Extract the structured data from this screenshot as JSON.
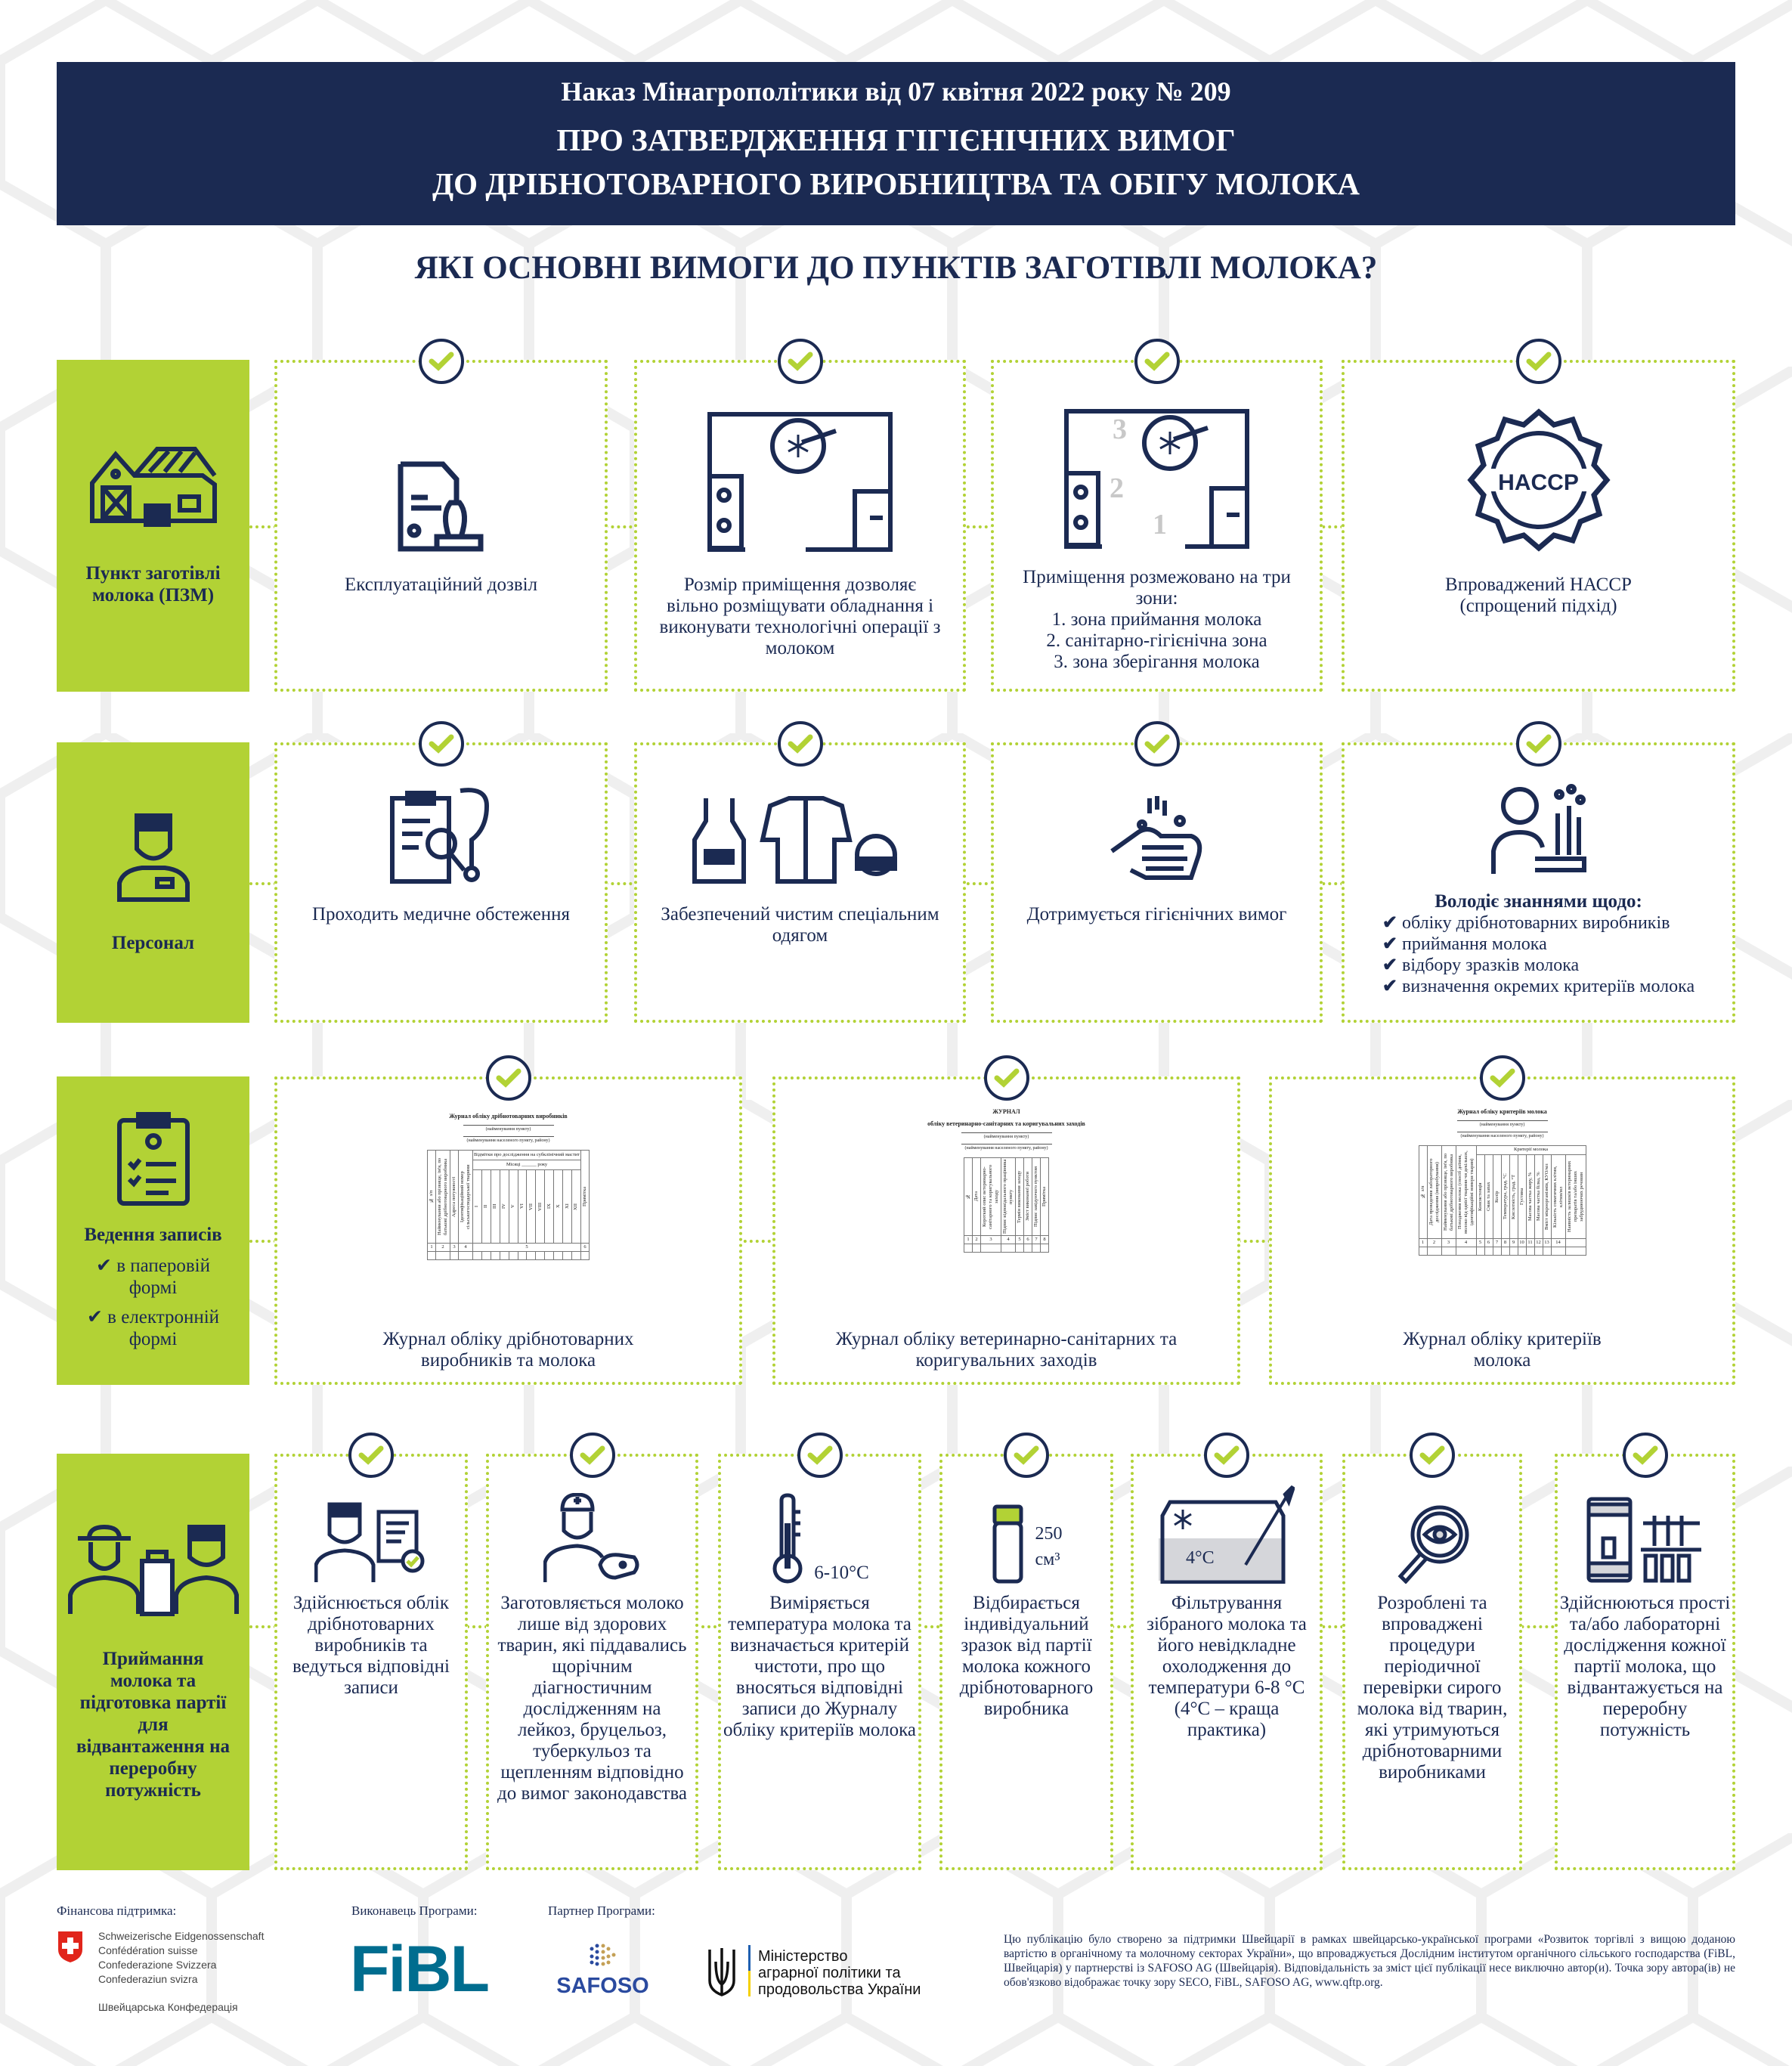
{
  "colors": {
    "navy": "#1b2a52",
    "green": "#b2d235"
  },
  "header": {
    "line1": "Наказ Мінагрополітики від 07 квітня 2022 року № 209",
    "line2": "ПРО ЗАТВЕРДЖЕННЯ ГІГІЄНІЧНИХ ВИМОГ",
    "line3": "ДО ДРІБНОТОВАРНОГО ВИРОБНИЦТВА ТА ОБІГУ МОЛОКА"
  },
  "question": "ЯКІ ОСНОВНІ ВИМОГИ ДО ПУНКТІВ ЗАГОТІВЛІ МОЛОКА?",
  "row1": {
    "side": "Пункт заготівлі молока (ПЗМ)",
    "cards": [
      {
        "text": "Експлуатаційний дозвіл"
      },
      {
        "text": "Розмір приміщення дозволяє вільно розміщувати обладнання і виконувати технологічні операції з молоком"
      },
      {
        "text": "Приміщення розмежовано на три зони:",
        "items": [
          "1. зона приймання молока",
          "2. санітарно-гігієнічна зона",
          "3. зона зберігання молока"
        ],
        "zones": [
          "1",
          "2",
          "3"
        ]
      },
      {
        "text": "Впроваджений НАССР (спрощений підхід)",
        "badge": "HACCP"
      }
    ]
  },
  "row2": {
    "side": "Персонал",
    "cards": [
      {
        "text": "Проходить медичне обстеження"
      },
      {
        "text": "Забезпечений чистим спеціальним одягом"
      },
      {
        "text": "Дотримується гігієнічних вимог"
      },
      {
        "title": "Володіє знаннями щодо:",
        "items": [
          "обліку дрібнотоварних виробників",
          "приймання молока",
          "відбору зразків  молока",
          "визначення окремих критеріїв молока"
        ]
      }
    ]
  },
  "row3": {
    "side": "Ведення записів",
    "side_items": [
      "в паперовій формі",
      "в електронній формі"
    ],
    "cards": [
      {
        "text": "Журнал обліку дрібнотоварних виробників та молока",
        "journal": {
          "title": "Журнал обліку дрібнотоварних виробників",
          "sub1": "(найменування пункту)",
          "sub2": "(найменування населеного пункту, району)",
          "cols": [
            "№ з/п",
            "Найменування або прізвище, ім'я, по батькові дрібнотоварного виробника",
            "Адреса потужності",
            "Ідентифікаційний номер сільськогосподарської тварини"
          ],
          "group": "Відмітки про дослідження на субклінічний мастит",
          "subgroup": "Місяці ______ року",
          "subcols": [
            "I",
            "II",
            "III",
            "IV",
            "V",
            "VI",
            "VII",
            "VIII",
            "IX",
            "X",
            "XI",
            "XII"
          ],
          "after": [
            "Примітка"
          ],
          "nums": [
            "1",
            "2",
            "3",
            "4",
            "5",
            "6"
          ]
        }
      },
      {
        "text": "Журнал обліку ветеринарно-санітарних та коригувальних заходів",
        "journal": {
          "title": "ЖУРНАЛ",
          "title2": "обліку ветеринарно-санітарних та коригувальних заходів",
          "sub1": "(найменування пункту)",
          "sub2": "(найменування населеного пункту, району)",
          "cols": [
            "№",
            "Дата",
            "Короткий опис ветеринарно-санітарного та коригувального заходу",
            "Підпис відповідального працівника пункту",
            "Термін виконання заходу",
            "Зміст виконаної роботи",
            "Підпис завідуючого пунктом",
            "Примітка"
          ],
          "nums": [
            "1",
            "2",
            "3",
            "4",
            "5",
            "6",
            "7",
            "8"
          ]
        }
      },
      {
        "text": "Журнал обліку критеріїв молока",
        "journal": {
          "title": "Журнал обліку критеріїв молока",
          "sub1": "(найменування пункту)",
          "sub2": "(найменування населеного пункту, району)",
          "cols": [
            "№ з/п",
            "Дата проведення лабораторного дослідження (випробування)",
            "Найменування або прізвище, ім'я, по батькові дрібнотоварного виробника",
            "Походження молока (спосіб доїння, молоко від однієї тварини чи декількох, ідентифікаційні номери тварин)"
          ],
          "group": "Критерії молока",
          "subcols": [
            "Консистенція",
            "Смак та запах",
            "Колір",
            "Температура, град. °С",
            "Кислотність, град. °Т",
            "Густина",
            "Масова частка жиру, %",
            "Масова частка білка, %",
            "Вміст мікроорганізмів, КУО/мл",
            "Кількість соматичних клітин, клітин/мл",
            "Наявність залишків ветеринарних препаратів та/або інших забруднюючих речовин"
          ],
          "nums": [
            "1",
            "2",
            "3",
            "4",
            "5",
            "6",
            "7",
            "8",
            "9",
            "10",
            "11",
            "12",
            "13",
            "14",
            ""
          ]
        }
      }
    ]
  },
  "row4": {
    "side": "Приймання молока та підготовка партії для відвантаження на переробну потужність",
    "cards": [
      {
        "text": "Здійснюється облік дрібнотоварних виробників та ведуться відповідні записи"
      },
      {
        "text": "Заготовляється молоко лише від здорових тварин, які піддавались щорічним діагностичним дослідженням на лейкоз, бруцельоз, туберкульоз та щепленням відповідно до вимог законодавства"
      },
      {
        "text": "Виміряється температура молока та визначається критерій чистоти, про що вносяться відповідні записи до Журналу обліку критеріїв молока",
        "temp": "6-10°С"
      },
      {
        "text": "Відбирається індивідуальний зразок від партії молока кожного дрібнотоварного виробника",
        "volume": "250",
        "unit": "см³"
      },
      {
        "text": "Фільтрування зібраного молока та його невідкладне охолодження до температури 6-8 °С (4°С – краща практика)",
        "temp": "4°С"
      },
      {
        "text": "Розроблені та впроваджені процедури періодичної перевірки сирого молока від тварин, які утримуються дрібнотоварними виробниками"
      },
      {
        "text": "Здійснюються прості та/або лабораторні дослідження кожної партії молока, що відвантажується на переробну потужність"
      }
    ]
  },
  "footer": {
    "funding_label": "Фінансова підтримка:",
    "swiss_lines": [
      "Schweizerische Eidgenossenschaft",
      "Confédération suisse",
      "Confederazione Svizzera",
      "Confederaziun svizra"
    ],
    "swiss_ua": "Швейцарська Конфедерація",
    "executor_label": "Виконавець Програми:",
    "fibl": "FiBL",
    "partner_label": "Партнер Програми:",
    "safoso": "SAFOSO",
    "ministry": [
      "Міністерство",
      "аграрної політики та",
      "продовольства України"
    ],
    "disclaimer": "Цю публікацію було створено за підтримки Швейцарії в рамках швейцарсько-української програми «Розвиток торгівлі з вищою доданою вартістю в органічному та молочному секторах України», що впроваджується Дослідним інститутом органічного сільського господарства (FiBL, Швейцарія) у партнерстві із SAFOSO AG (Швейцарія). Відповідальність за зміст цієї публікації несе виключно автор(и). Точка зору автора(ів) не обов'язково відображає точку зору SECO, FiBL, SAFOSO AG, www.qftp.org."
  }
}
